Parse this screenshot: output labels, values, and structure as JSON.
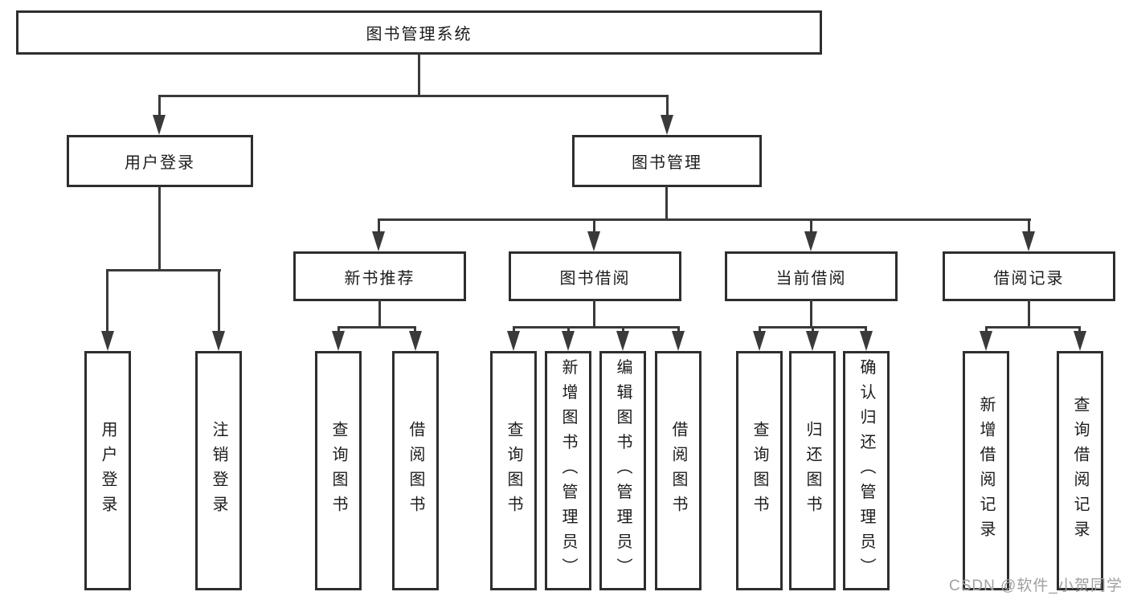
{
  "tree": {
    "root": "图书管理系统",
    "branches": [
      {
        "label": "用户登录",
        "children": [
          "用户登录",
          "注销登录"
        ]
      },
      {
        "label": "图书管理",
        "sections": [
          {
            "label": "新书推荐",
            "children": [
              "查询图书",
              "借阅图书"
            ]
          },
          {
            "label": "图书借阅",
            "children": [
              "查询图书",
              "新增图书（管理员）",
              "编辑图书（管理员）",
              "借阅图书"
            ]
          },
          {
            "label": "当前借阅",
            "children": [
              "查询图书",
              "归还图书",
              "确认归还（管理员）"
            ]
          },
          {
            "label": "借阅记录",
            "children": [
              "新增借阅记录",
              "查询借阅记录"
            ]
          }
        ]
      }
    ]
  },
  "watermark": "CSDN @软件_小贺同学",
  "colors": {
    "line": "#3a3a3a",
    "box_border": "#2e2e2e",
    "text": "#1c1c1c",
    "watermark": "#a0a0a0"
  }
}
